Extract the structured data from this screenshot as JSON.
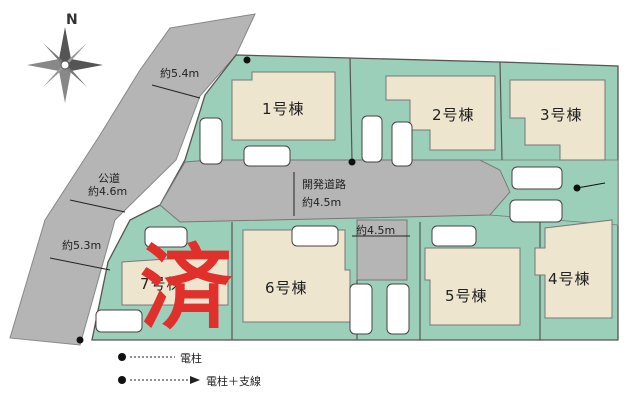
{
  "compass": {
    "north_label": "N"
  },
  "road": {
    "public_road_label": "公道",
    "public_road_width": "約4.6m",
    "width_top": "約5.4m",
    "width_bottom": "約5.3m"
  },
  "dev_road": {
    "label": "開発道路",
    "width": "約4.5m",
    "branch_width": "約4.5m"
  },
  "lots": [
    {
      "label": "1号棟"
    },
    {
      "label": "2号棟"
    },
    {
      "label": "3号棟"
    },
    {
      "label": "4号棟"
    },
    {
      "label": "5号棟"
    },
    {
      "label": "6号棟"
    },
    {
      "label": "7号棟"
    }
  ],
  "sold_mark": "済",
  "legend": {
    "pole": "電柱",
    "pole_guy": "電柱＋支線"
  },
  "colors": {
    "lot_fill": "#9ccfb9",
    "building_fill": "#eee5cf",
    "road_fill": "#b5b5b5",
    "sold_red": "#e0302c"
  }
}
